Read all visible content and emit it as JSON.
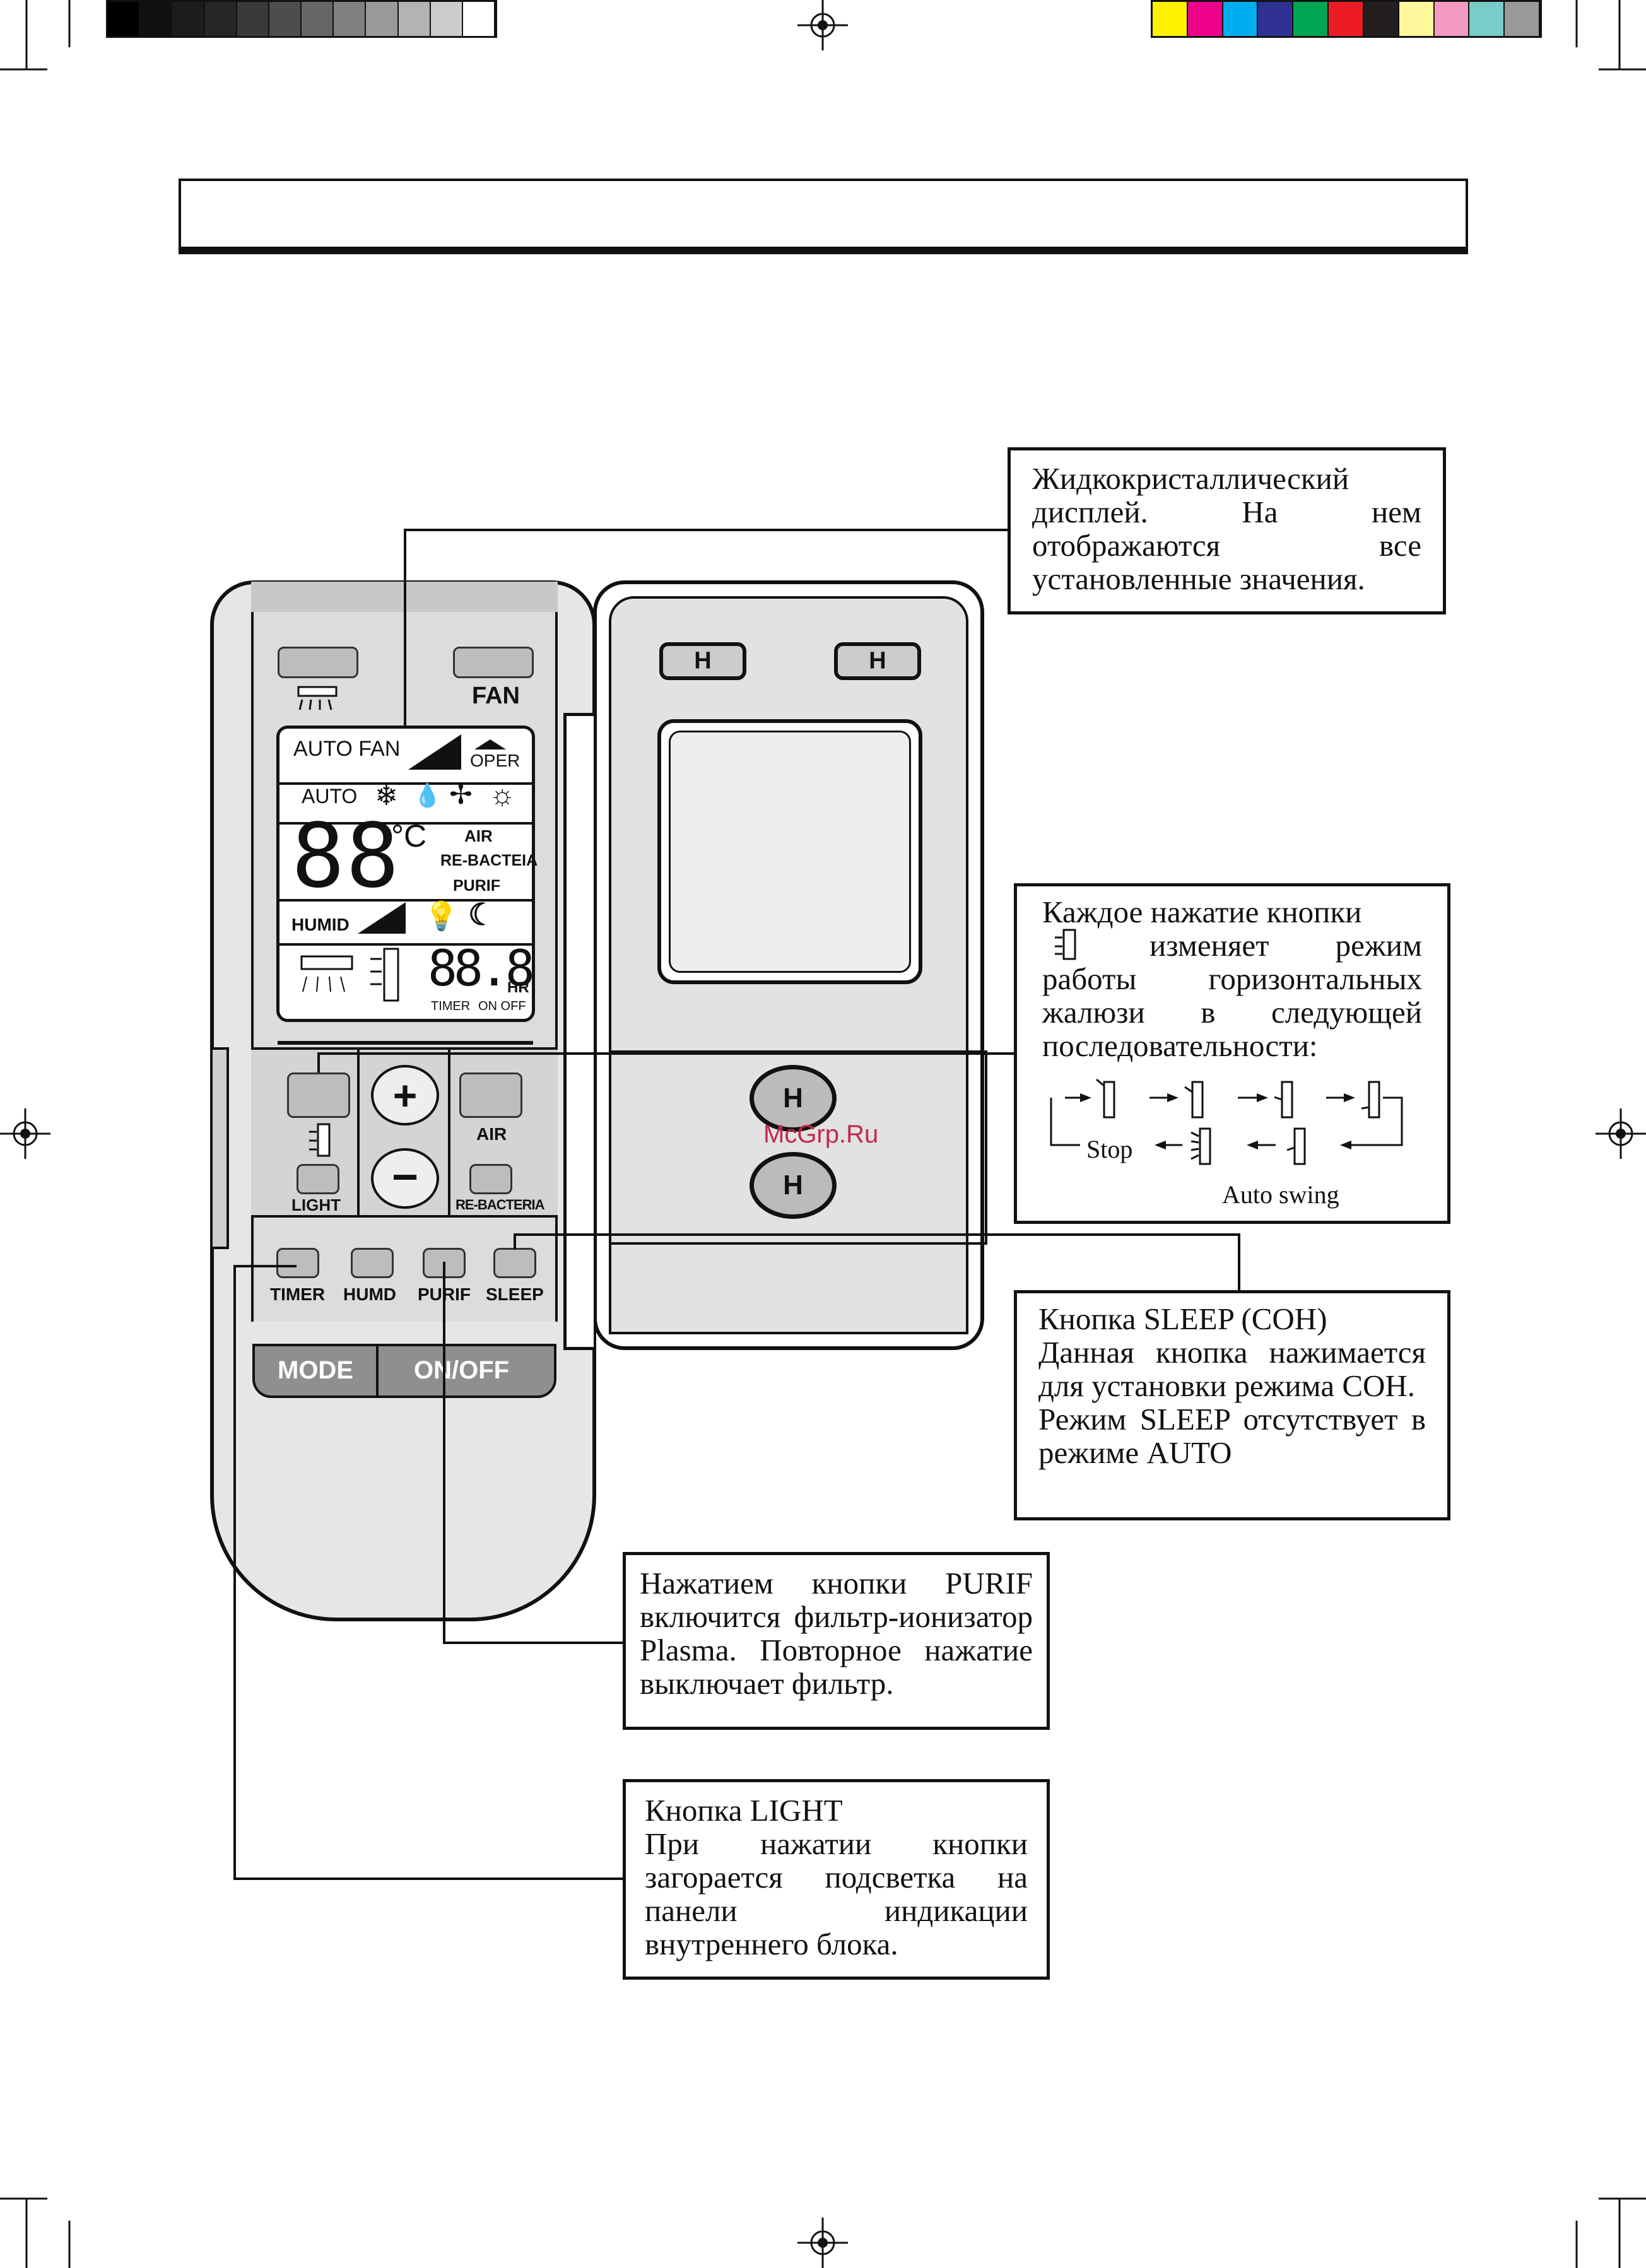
{
  "top_bar": {
    "gray_swatches": [
      "#000000",
      "#111111",
      "#1c1c1c",
      "#262626",
      "#3a3a3a",
      "#4d4d4d",
      "#666666",
      "#808080",
      "#9a9a9a",
      "#b3b3b3",
      "#cccccc",
      "#ffffff"
    ],
    "color_swatches": [
      "#fff200",
      "#ec008c",
      "#00aeef",
      "#2e3192",
      "#00a651",
      "#ed1c24",
      "#231f20",
      "#fff799",
      "#f49ac1",
      "#7accc8",
      "#999999"
    ]
  },
  "remote": {
    "fan_label": "FAN",
    "lcd": {
      "row1": {
        "auto_fan": "AUTO FAN",
        "oper": "OPER"
      },
      "row2": {
        "auto": "AUTO"
      },
      "row3": {
        "digits": "88",
        "unit": "°C",
        "air": "AIR",
        "rebacteia": "RE-BACTEIA",
        "purif": "PURIF"
      },
      "row4": {
        "humid": "HUMID"
      },
      "row5": {
        "timer_digits": "88.8",
        "hr": "HR",
        "timer": "TIMER",
        "onoff": "ON OFF"
      }
    },
    "plus": "+",
    "minus": "−",
    "air_label": "AIR",
    "light_label": "LIGHT",
    "rebacteria_label": "RE-BACTERIA",
    "timer_label": "TIMER",
    "humd_label": "HUMD",
    "purif_label": "PURIF",
    "sleep_label": "SLEEP",
    "mode_label": "MODE",
    "onoff_label": "ON/OFF"
  },
  "cover": {
    "button_glyph": "H",
    "watermark": "McGrp.Ru"
  },
  "callouts": {
    "lcd": "Жидкокристаллический дисплей. На нем отображаются все установленные значения.",
    "swing": {
      "text1": "Каждое нажатие кнопки",
      "text2": "изменяет режим работы горизонтальных жалюзи в следующей последовательности:",
      "stop": "Stop",
      "auto_swing": "Auto swing"
    },
    "sleep": {
      "line1": "Кнопка SLEEP (СОН)",
      "line2": "Данная кнопка нажимается для установки режима СОН.",
      "line3": "Режим SLEEP отсутствует в режиме AUTO"
    },
    "purif": "Нажатием кнопки PURIF включится фильтр-ионизатор Plasma. Повторное нажатие выключает фильтр.",
    "light": {
      "line1": "Кнопка LIGHT",
      "line2": "При нажатии кнопки загорается подсветка на панели индикации внутреннего блока."
    }
  }
}
